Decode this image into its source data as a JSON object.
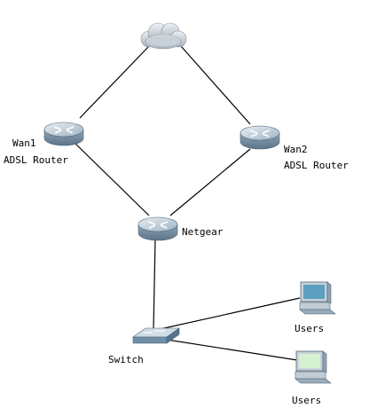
{
  "nodes": {
    "internet": {
      "icon": "cloud-icon",
      "label": ""
    },
    "wan1": {
      "icon": "router-icon",
      "label_line1": "Wan1",
      "label_line2": "ADSL Router"
    },
    "wan2": {
      "icon": "router-icon",
      "label_line1": "Wan2",
      "label_line2": "ADSL Router"
    },
    "netgear": {
      "icon": "router-icon",
      "label": "Netgear"
    },
    "switch": {
      "icon": "switch-icon",
      "label": "Switch"
    },
    "users1": {
      "icon": "desktop-computer-icon",
      "label": "Users"
    },
    "users2": {
      "icon": "desktop-computer-icon",
      "label": "Users"
    }
  },
  "links": [
    [
      "internet",
      "wan1"
    ],
    [
      "internet",
      "wan2"
    ],
    [
      "wan1",
      "netgear"
    ],
    [
      "wan2",
      "netgear"
    ],
    [
      "netgear",
      "switch"
    ],
    [
      "switch",
      "users1"
    ],
    [
      "switch",
      "users2"
    ]
  ],
  "colors": {
    "link": "#000000",
    "router_body": "#a9bccb",
    "switch_body": "#8faec4",
    "pc_screen_1": "#5d9fc0",
    "pc_screen_2": "#d6f0d2",
    "cloud": "#c9d1d8"
  }
}
